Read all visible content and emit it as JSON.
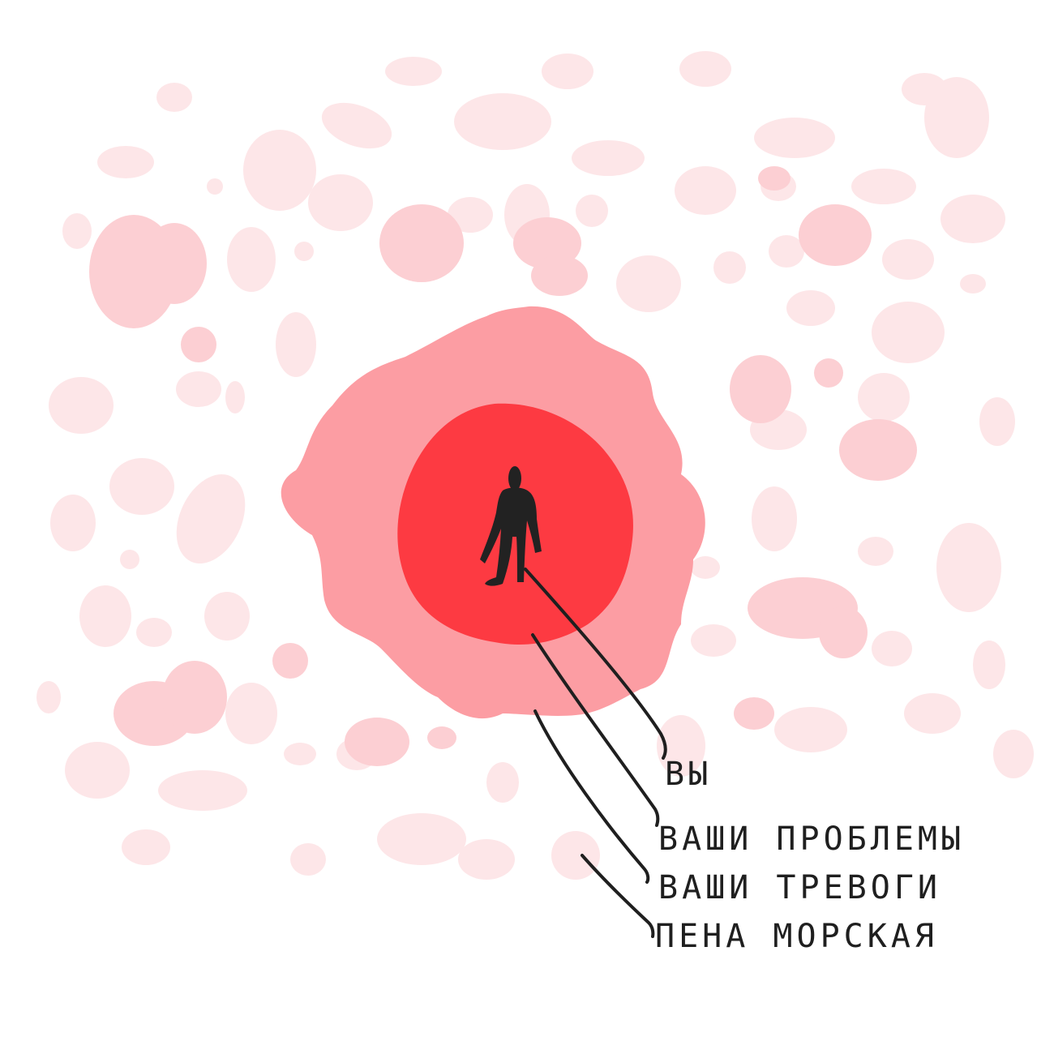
{
  "colors": {
    "background": "#ffffff",
    "foam_light": "#fde6e8",
    "foam_mid": "#fccfd3",
    "anxieties": "#fc9da3",
    "problems": "#fd3a42",
    "person": "#222222",
    "ink": "#1f1f1f"
  },
  "labels": {
    "you": "ВЫ",
    "problems": "ВАШИ ПРОБЛЕМЫ",
    "anxieties": "ВАШИ ТРЕВОГИ",
    "sea_foam": "ПЕНА МОРСКАЯ"
  }
}
